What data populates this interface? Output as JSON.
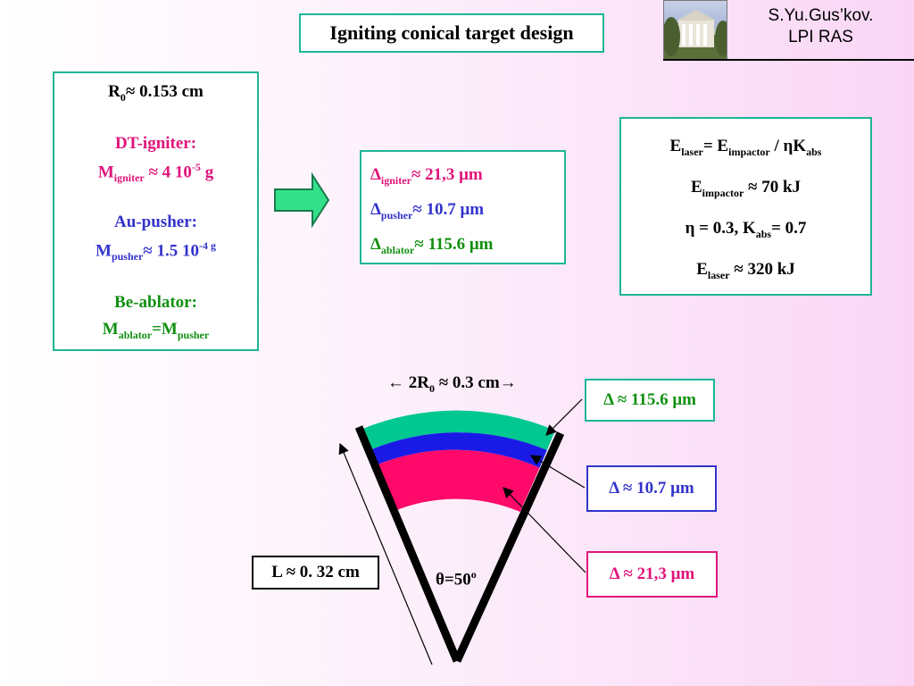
{
  "header": {
    "title": "Igniting conical target design",
    "author_line1": "S.Yu.Gus’kov.",
    "author_line2": "LPI RAS"
  },
  "parameters": {
    "r0_sym": "R",
    "r0_sub": "0",
    "r0_val": "≈ 0.153 cm",
    "igniter_title": "DT-igniter:",
    "igniter_m_sym": "M",
    "igniter_m_sub": "igniter",
    "igniter_m_val": "≈ 4 10",
    "igniter_m_exp": "-5",
    "igniter_m_unit": " g",
    "pusher_title": "Au-pusher:",
    "pusher_m_sym": "M",
    "pusher_m_sub": "pusher",
    "pusher_m_val": "≈ 1.5 10",
    "pusher_m_exp": "-4 g",
    "ablator_title": "Be-ablator:",
    "ablator_m_sym": "M",
    "ablator_m_sub": "ablator",
    "ablator_m_eq": "=M",
    "ablator_m_sub2": "pusher"
  },
  "thickness": {
    "delta": "Δ",
    "igniter_sub": "igniter",
    "igniter_val": "≈  21,3 μm",
    "pusher_sub": "pusher",
    "pusher_val": "≈  10.7 μm",
    "ablator_sub": "ablator",
    "ablator_val": "≈  115.6 μm"
  },
  "energy": {
    "e": "E",
    "laser_sub": "laser",
    "eq": "= E",
    "impactor_sub": "impactor",
    "div": " / ηK",
    "abs_sub": "abs",
    "line2_val": " ≈ 70 kJ",
    "line3_eta": "η = 0.3,  K",
    "line3_val": "= 0.7",
    "line4_val": " ≈ 320 kJ"
  },
  "diagram": {
    "width_pre": "← 2R",
    "width_sub": "0",
    "width_post": " ≈ 0.3 cm→",
    "ablator_label": "Δ ≈ 115.6 μm",
    "pusher_label": "Δ ≈  10.7 μm",
    "igniter_label": "Δ ≈  21,3 μm",
    "length_label": "L ≈ 0. 32 cm",
    "angle_pre": "θ=50",
    "angle_sup": "o",
    "colors": {
      "ablator": "#00c890",
      "pusher": "#1a1ae6",
      "igniter": "#ff0a6a",
      "teal_border": "#1fb596"
    }
  }
}
